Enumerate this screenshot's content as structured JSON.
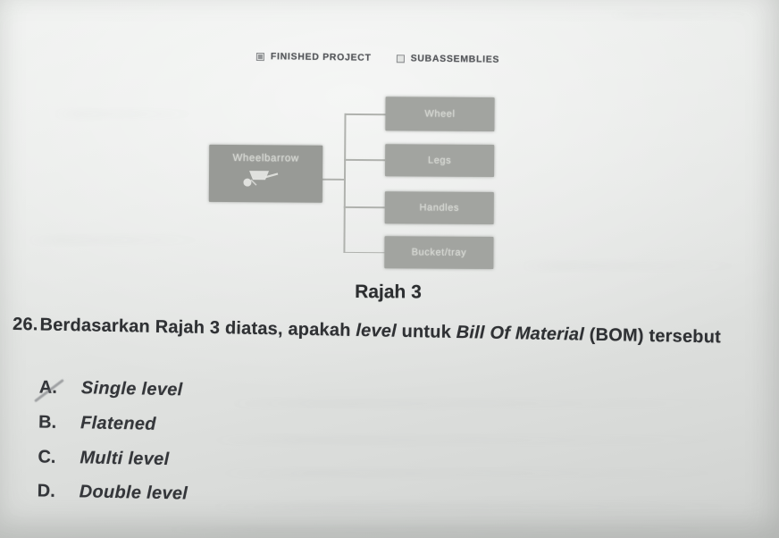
{
  "legend": {
    "finished_label": "FINISHED PROJECT",
    "subassemblies_label": "SUBASSEMBLIES"
  },
  "diagram": {
    "root_label": "Wheelbarrow",
    "children": [
      {
        "label": "Wheel"
      },
      {
        "label": "Legs"
      },
      {
        "label": "Handles"
      },
      {
        "label": "Bucket/tray"
      }
    ],
    "caption": "Rajah 3"
  },
  "question": {
    "number": "26.",
    "part1": "Berdasarkan Rajah 3 diatas, apakah ",
    "italic1": "level",
    "part2": " untuk ",
    "italic2": "Bill Of Material",
    "part3": " (BOM) tersebut"
  },
  "options": [
    {
      "letter": "A.",
      "label": "Single level",
      "marked": true
    },
    {
      "letter": "B.",
      "label": "Flatened",
      "marked": false
    },
    {
      "letter": "C.",
      "label": "Multi level",
      "marked": false
    },
    {
      "letter": "D.",
      "label": "Double level",
      "marked": false
    }
  ],
  "colors": {
    "paper": "#e2e4e2",
    "box_fill": "#a2a4a0",
    "root_box_fill": "#989a96",
    "box_text": "#d2d4cf",
    "connector": "#b0b2ae",
    "ink": "#2f3134",
    "pencil_mark": "#686a70"
  }
}
